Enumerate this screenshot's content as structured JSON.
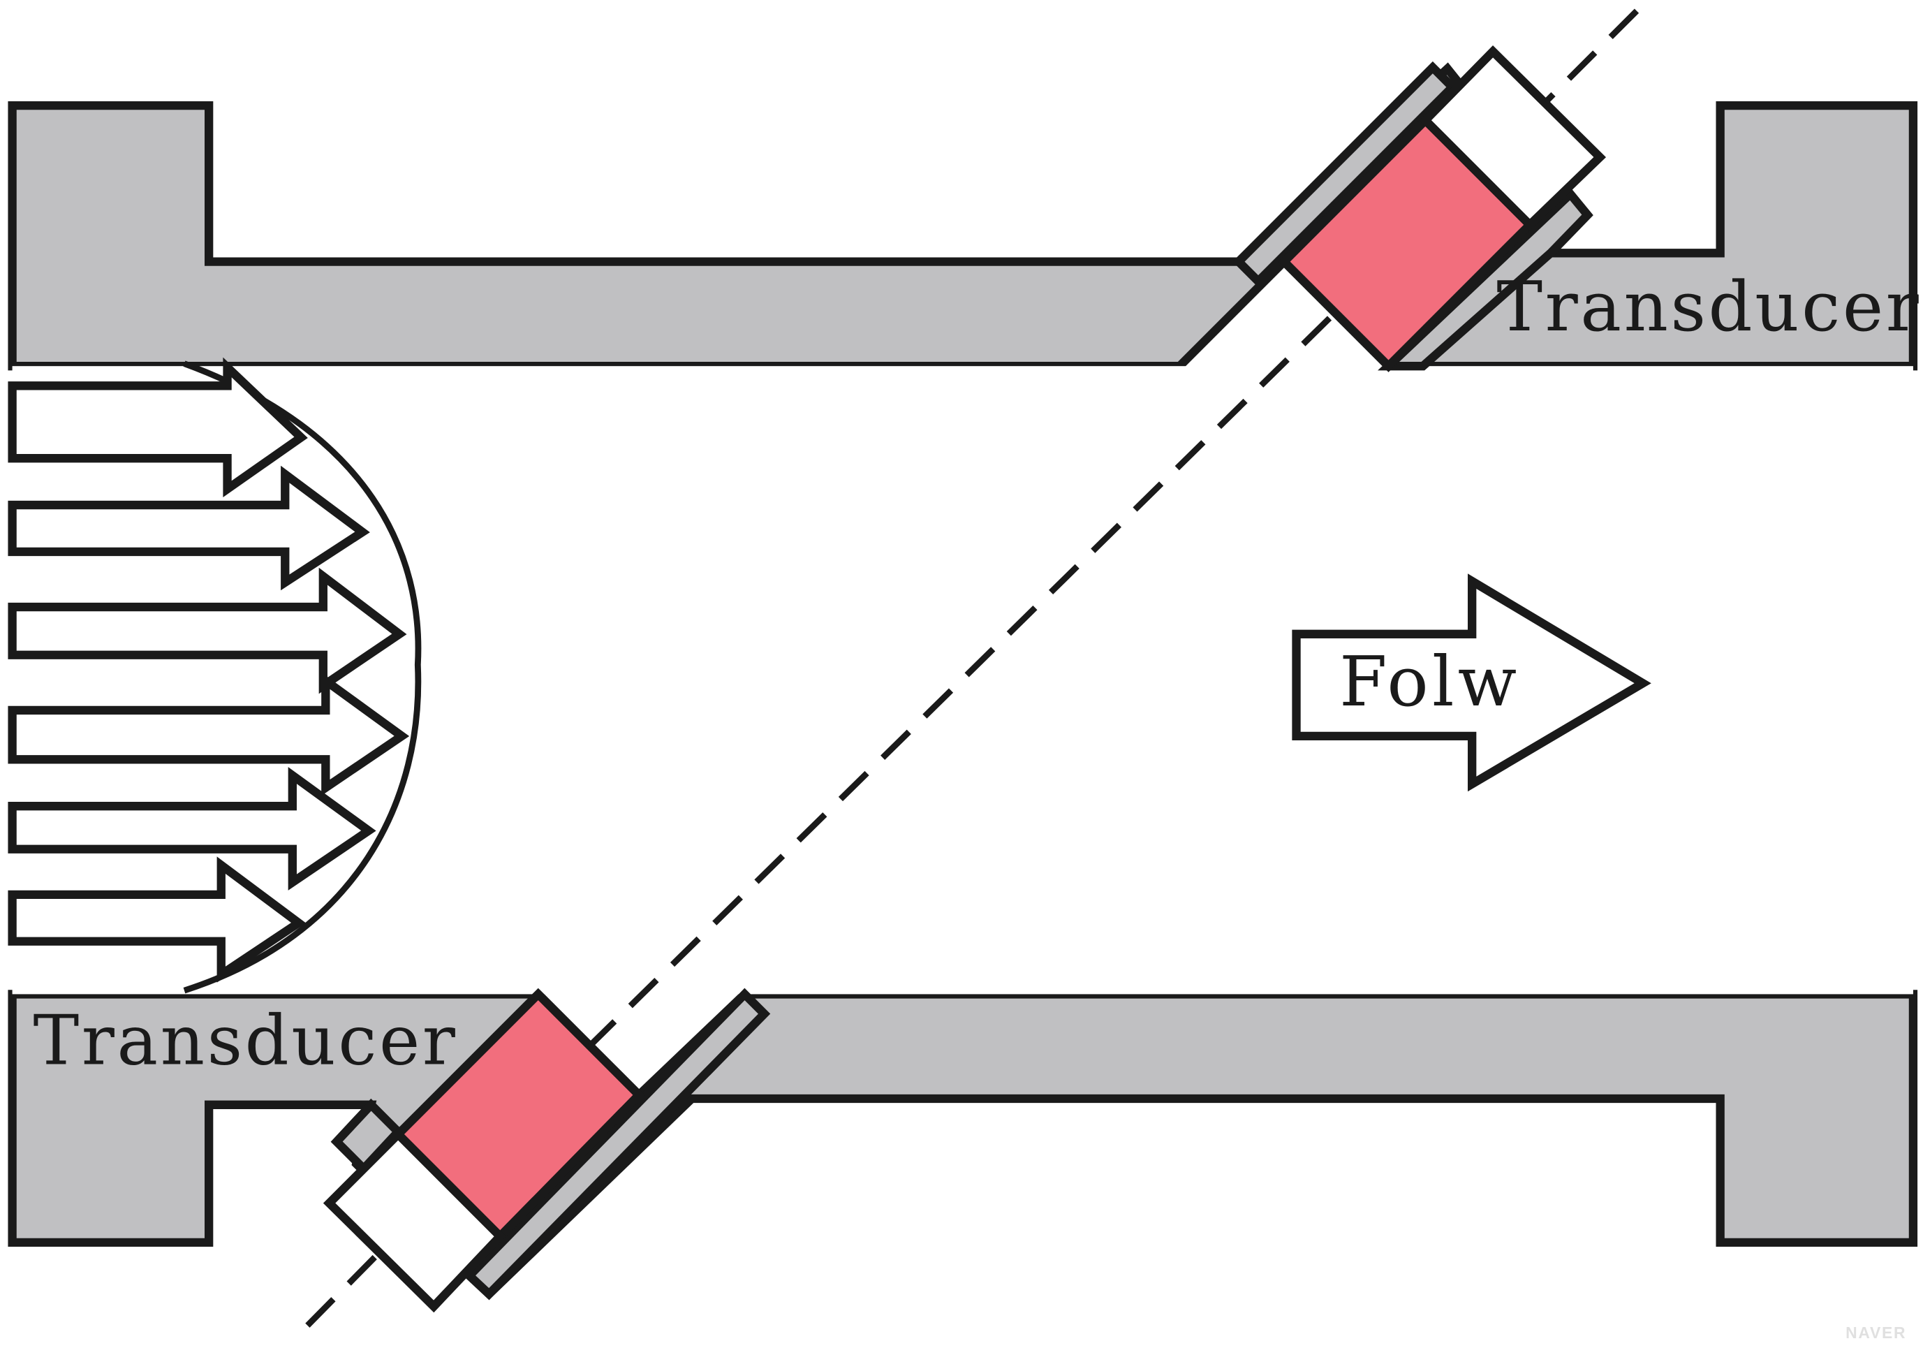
{
  "labels": {
    "transducer_top": "Transducer",
    "transducer_bottom": "Transducer",
    "flow_arrow": "Folw",
    "watermark": "NAVER"
  },
  "colors": {
    "pipe_wall": "#c0c0c2",
    "transducer_element": "#f26e7d",
    "outline": "#1a1a1a",
    "background": "#ffffff"
  },
  "icons": {
    "flow": "flow-arrow-icon",
    "profile": "velocity-profile-icon"
  }
}
